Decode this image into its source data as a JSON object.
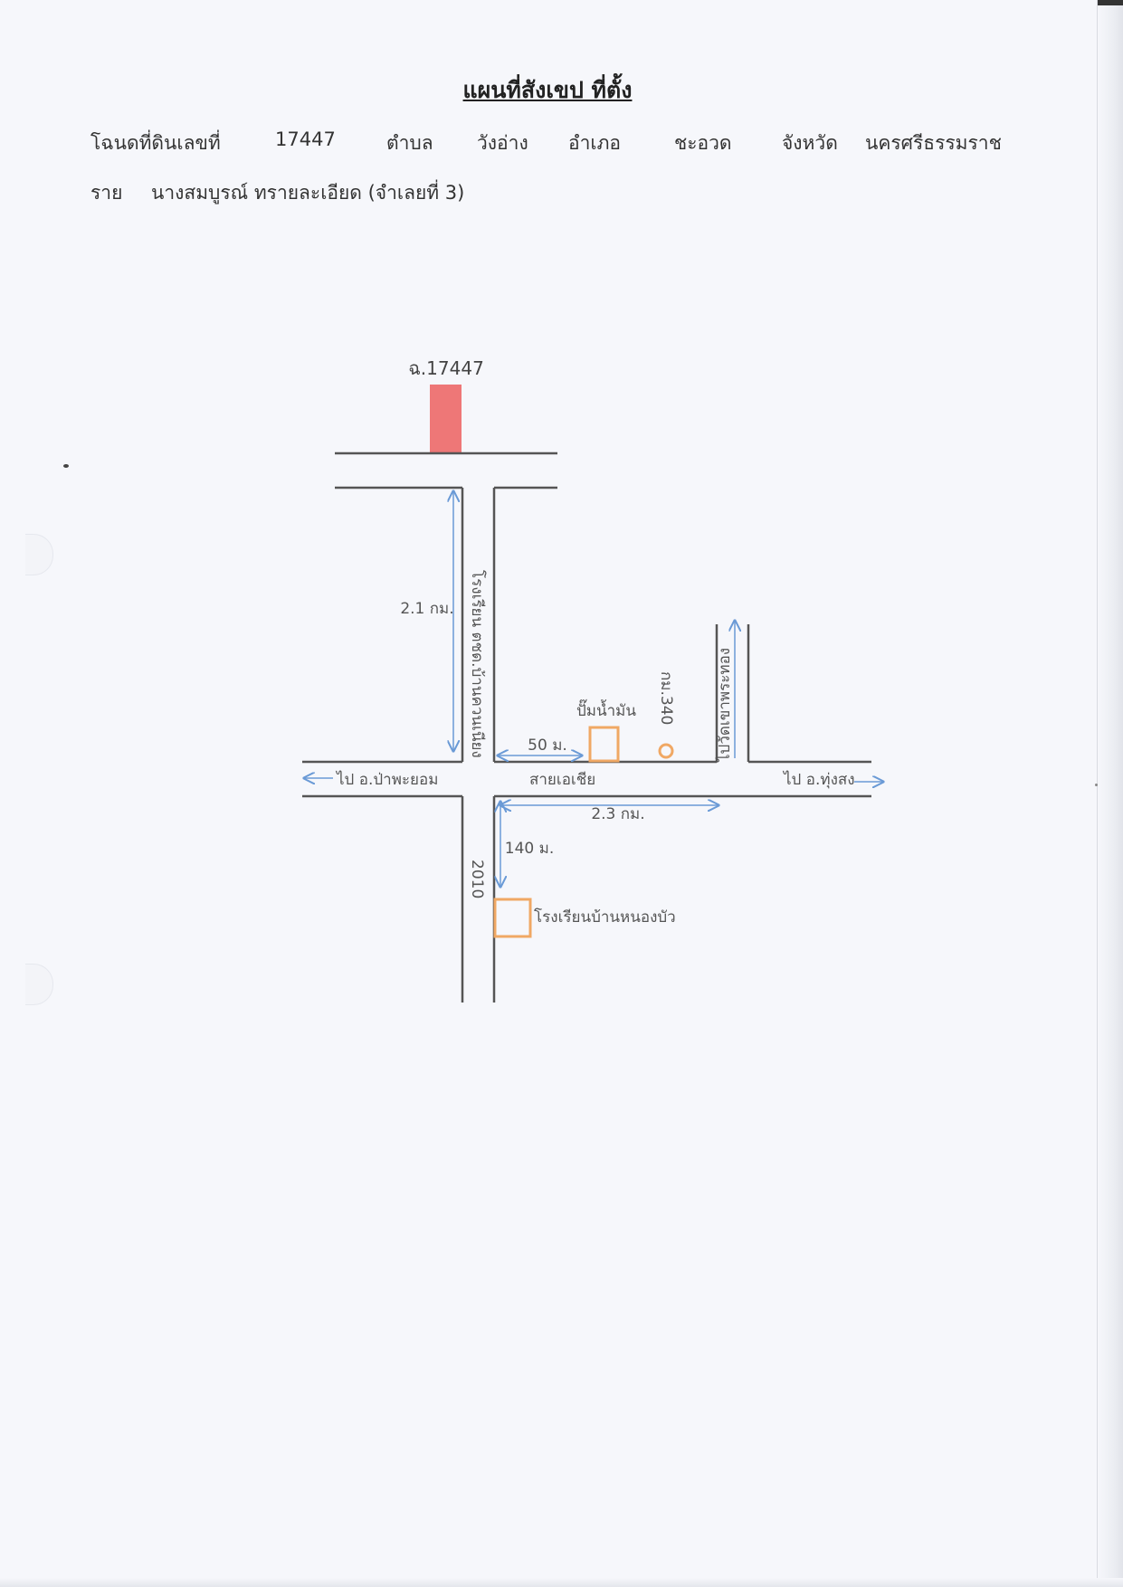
{
  "title": "แผนที่สังเขป  ที่ตั้ง",
  "deed_row": {
    "deed_label": "โฉนดที่ดินเลขที่",
    "deed_no": "17447",
    "subdistrict_label": "ตำบล",
    "subdistrict": "วังอ่าง",
    "district_label": "อำเภอ",
    "district": "ชะอวด",
    "province_label": "จังหวัด",
    "province": "นครศรีธรรมราช"
  },
  "owner_row": {
    "label": "ราย",
    "name": "นางสมบูรณ์ ทรายละเอียด (จำเลยที่ 3)"
  },
  "map": {
    "parcel_label": "ฉ.17447",
    "school_road_label": "โรงเรียน ตชด.บ้านควนเนียง",
    "dist_2_1": "2.1 กม.",
    "dist_50": "50 ม.",
    "gas_station": "ปั๊มน้ำมัน",
    "km_marker": "กม.340",
    "wat_road_label": "ไปวัดเขาพระทอง",
    "to_west": "ไป อ.ป่าพะยอม",
    "highway_name": "สายเอเชีย",
    "to_east": "ไป อ.ทุ่งสง",
    "dist_2_3": "2.3 กม.",
    "dist_140": "140 ม.",
    "road_number": "2010",
    "school_nongbua": "โรงเรียนบ้านหนองบัว",
    "colors": {
      "road": "#555555",
      "parcel": "#ee7777",
      "landmark": "#f0a864",
      "arrow": "#6a9ad6",
      "label": "#555555"
    }
  }
}
